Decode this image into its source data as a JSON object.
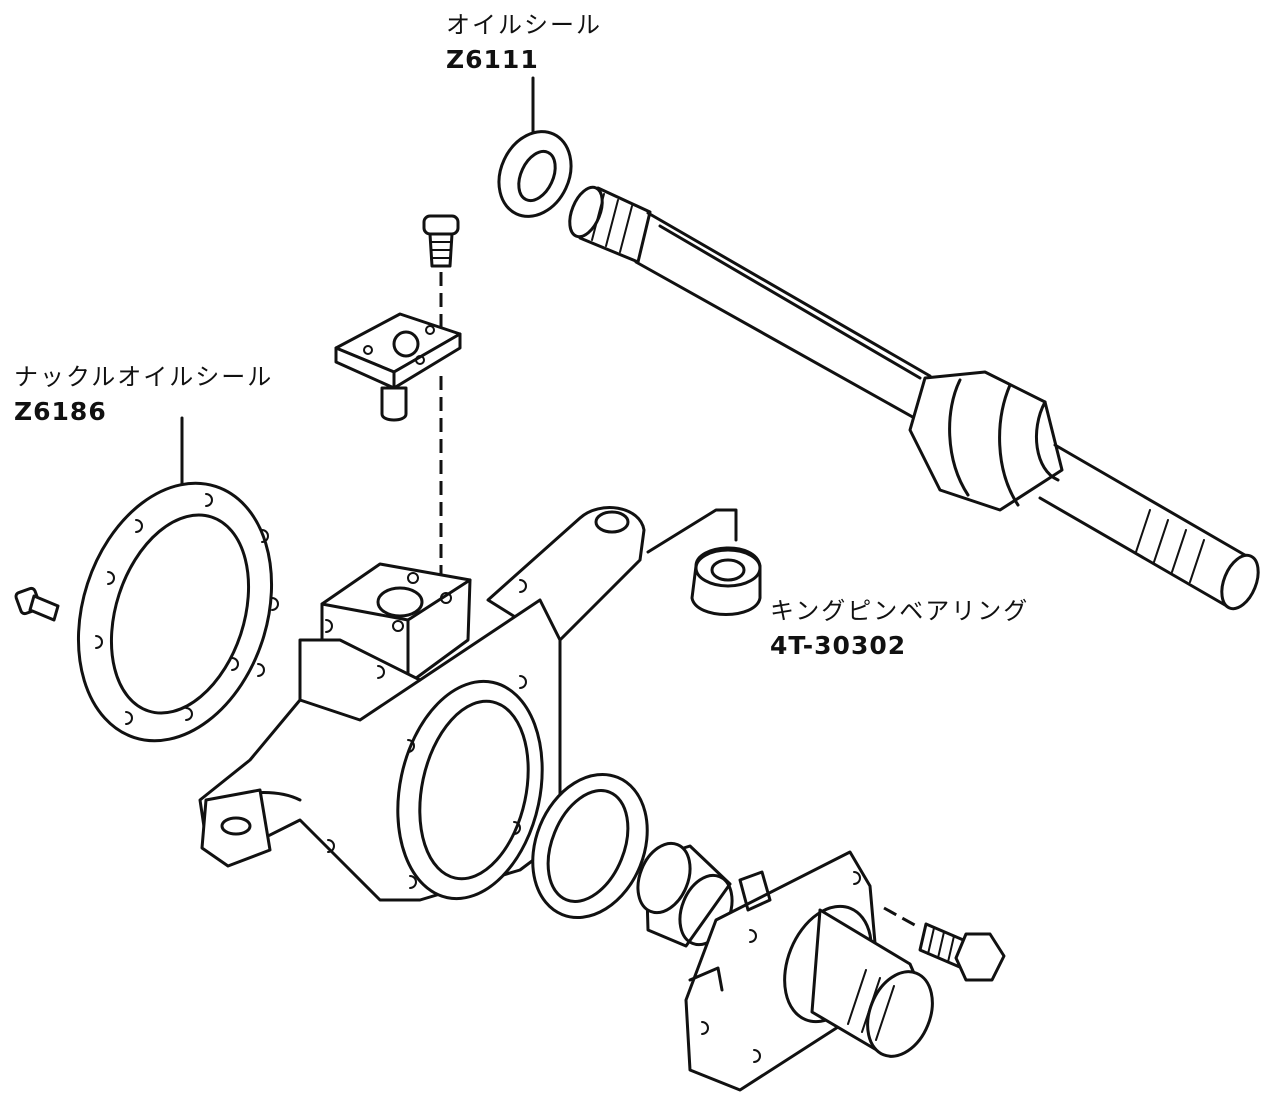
{
  "callouts": {
    "oil_seal": {
      "name": "オイルシール",
      "part_no": "Z6111"
    },
    "knuckle_oil_seal": {
      "name": "ナックルオイルシール",
      "part_no": "Z6186"
    },
    "king_pin_bearing": {
      "name": "キングピンベアリング",
      "part_no": "4T-30302"
    }
  }
}
